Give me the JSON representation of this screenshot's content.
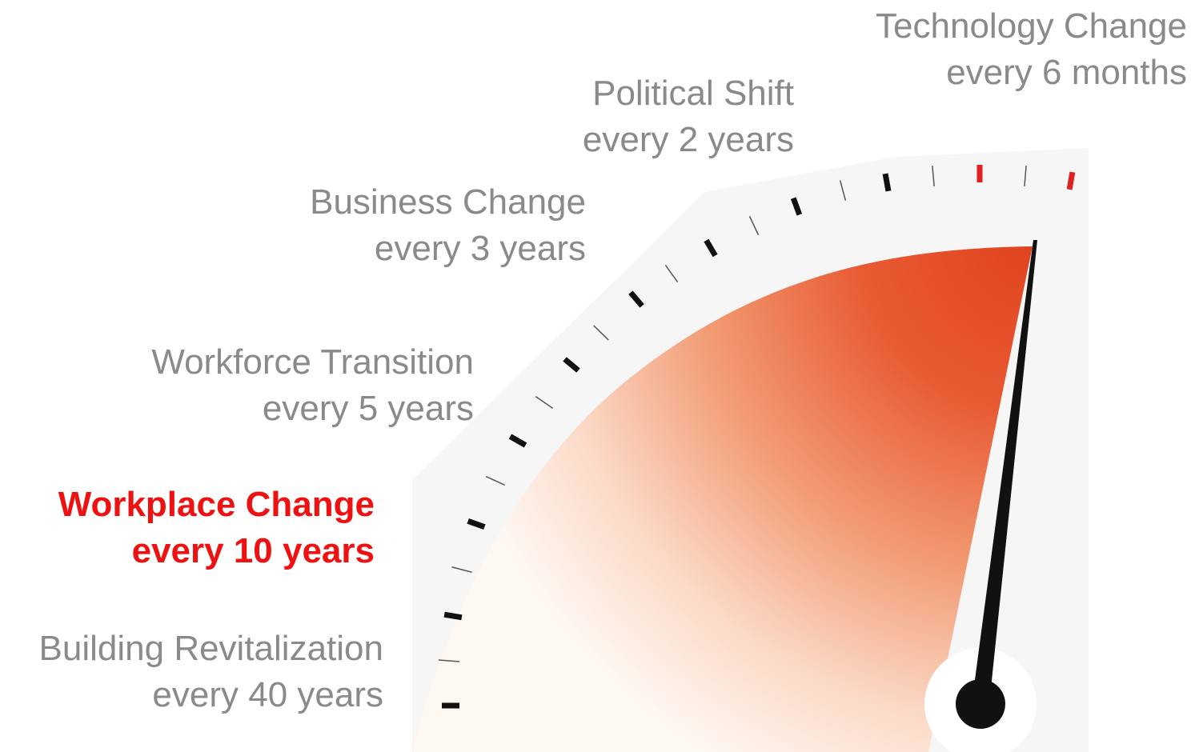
{
  "gauge_value_fraction": 0.93,
  "colors": {
    "fill_dark": "#e0431f",
    "fill_light": "#fef7f2",
    "tick_black": "#111111",
    "tick_red": "#e02020",
    "needle": "#111111",
    "label_gray": "#8a8a8a",
    "label_highlight": "#ee1111"
  },
  "labels": [
    {
      "title": "Technology Change",
      "subtitle": "every 6 months"
    },
    {
      "title": "Political Shift",
      "subtitle": "every 2 years"
    },
    {
      "title": "Business Change",
      "subtitle": "every 3 years"
    },
    {
      "title": "Workforce Transition",
      "subtitle": "every 5 years"
    },
    {
      "title": "Workplace Change",
      "subtitle": "every 10 years",
      "highlighted": true
    },
    {
      "title": "Building Revitalization",
      "subtitle": "every 40 years"
    }
  ]
}
